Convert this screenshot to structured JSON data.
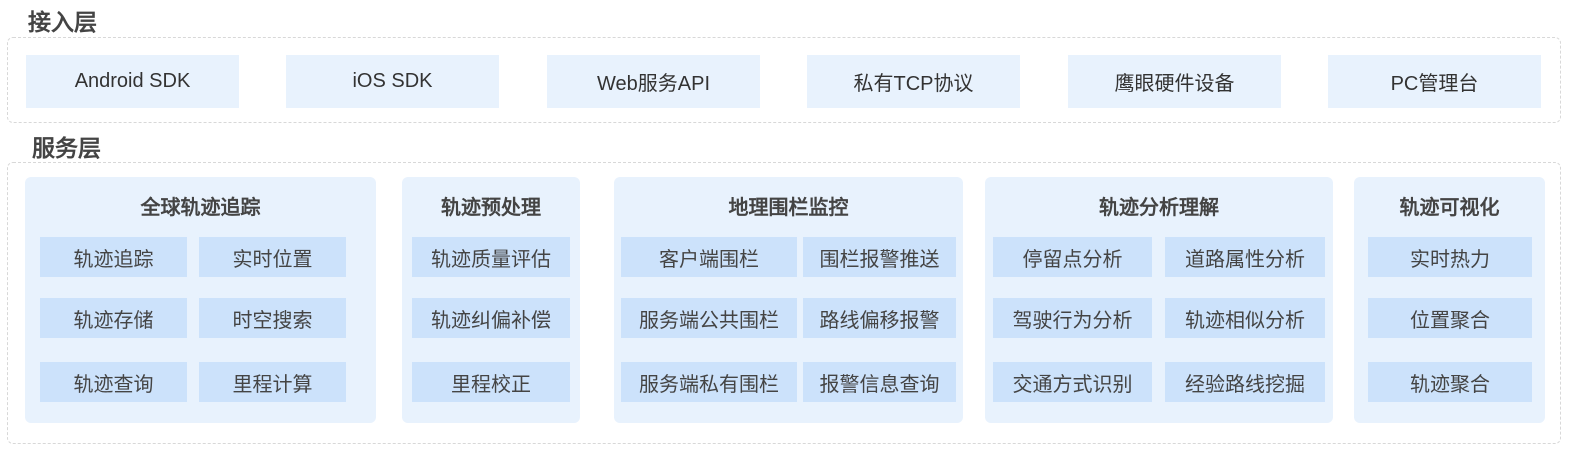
{
  "access_layer": {
    "title": "接入层",
    "items": [
      "Android SDK",
      "iOS SDK",
      "Web服务API",
      "私有TCP协议",
      "鹰眼硬件设备",
      "PC管理台"
    ]
  },
  "service_layer": {
    "title": "服务层",
    "groups": [
      {
        "title": "全球轨迹追踪",
        "items": [
          "轨迹追踪",
          "实时位置",
          "轨迹存储",
          "时空搜索",
          "轨迹查询",
          "里程计算"
        ]
      },
      {
        "title": "轨迹预处理",
        "items": [
          "轨迹质量评估",
          "轨迹纠偏补偿",
          "里程校正"
        ]
      },
      {
        "title": "地理围栏监控",
        "items": [
          "客户端围栏",
          "围栏报警推送",
          "服务端公共围栏",
          "路线偏移报警",
          "服务端私有围栏",
          "报警信息查询"
        ]
      },
      {
        "title": "轨迹分析理解",
        "items": [
          "停留点分析",
          "道路属性分析",
          "驾驶行为分析",
          "轨迹相似分析",
          "交通方式识别",
          "经验路线挖掘"
        ]
      },
      {
        "title": "轨迹可视化",
        "items": [
          "实时热力",
          "位置聚合",
          "轨迹聚合"
        ]
      }
    ]
  }
}
